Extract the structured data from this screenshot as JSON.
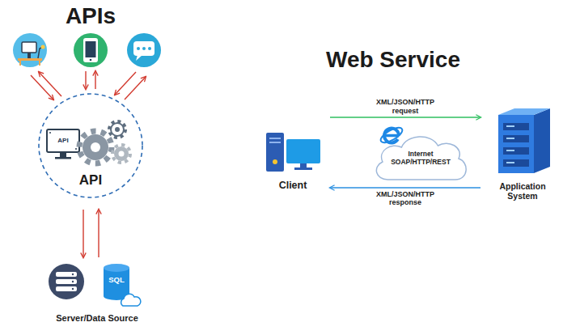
{
  "diagram": {
    "nodes": [
      {
        "text": [
          "API"
        ]
      },
      {
        "text": [
          "Server/Data Source"
        ]
      },
      {
        "text": [
          "Client"
        ]
      },
      {
        "text": [
          "Internet SOAP/HTTP/REST"
        ]
      },
      {
        "text": [
          "Application System"
        ]
      }
    ],
    "edges": [
      {
        "from": 0,
        "to": 1,
        "arrow": "to"
      },
      {
        "from": 1,
        "to": 0,
        "arrow": "to"
      },
      {
        "from": 2,
        "to": 4,
        "label": "XML/JSON/HTTP request",
        "arrow": "to"
      },
      {
        "from": 4,
        "to": 2,
        "label": "XML/JSON/HTTP response",
        "arrow": "to"
      }
    ],
    "labels": [
      "APIs",
      "API",
      "SQL",
      "Web Service"
    ]
  }
}
